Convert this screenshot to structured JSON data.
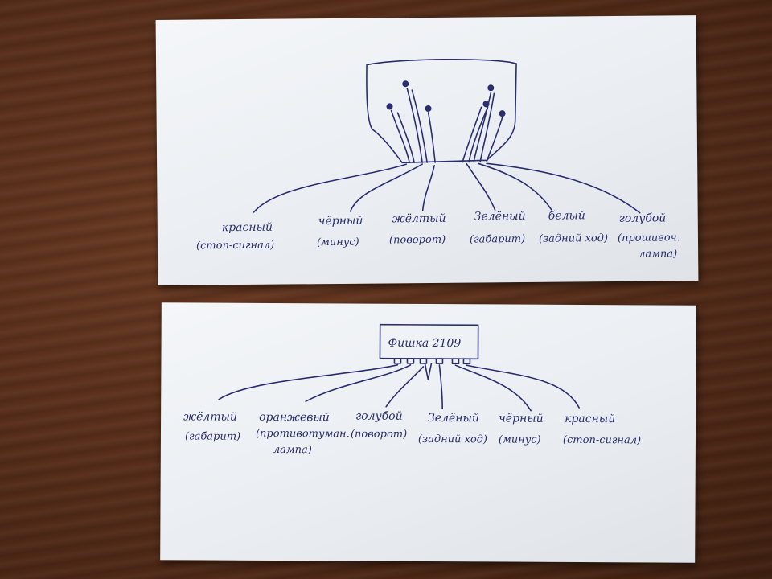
{
  "top_card": {
    "labels": [
      {
        "color": "красный",
        "note": "(стоп-сигнал)"
      },
      {
        "color": "чёрный",
        "note": "(минус)"
      },
      {
        "color": "жёлтый",
        "note": "(поворот)"
      },
      {
        "color": "Зелёный",
        "note": "(габарит)"
      },
      {
        "color": "белый",
        "note": "(задний ход)"
      },
      {
        "color": "голубой",
        "note": "(прошивоч.",
        "note2": "лампа)"
      }
    ]
  },
  "bottom_card": {
    "connector_label": "Фишка 2109",
    "labels": [
      {
        "color": "жёлтый",
        "note": "(габарит)"
      },
      {
        "color": "оранжевый",
        "note": "(противотуман.",
        "note2": "лампа)"
      },
      {
        "color": "голубой",
        "note": "(поворот)"
      },
      {
        "color": "Зелёный",
        "note": "(задний ход)"
      },
      {
        "color": "чёрный",
        "note": "(минус)"
      },
      {
        "color": "красный",
        "note": "(стоп-сигнал)"
      }
    ]
  }
}
